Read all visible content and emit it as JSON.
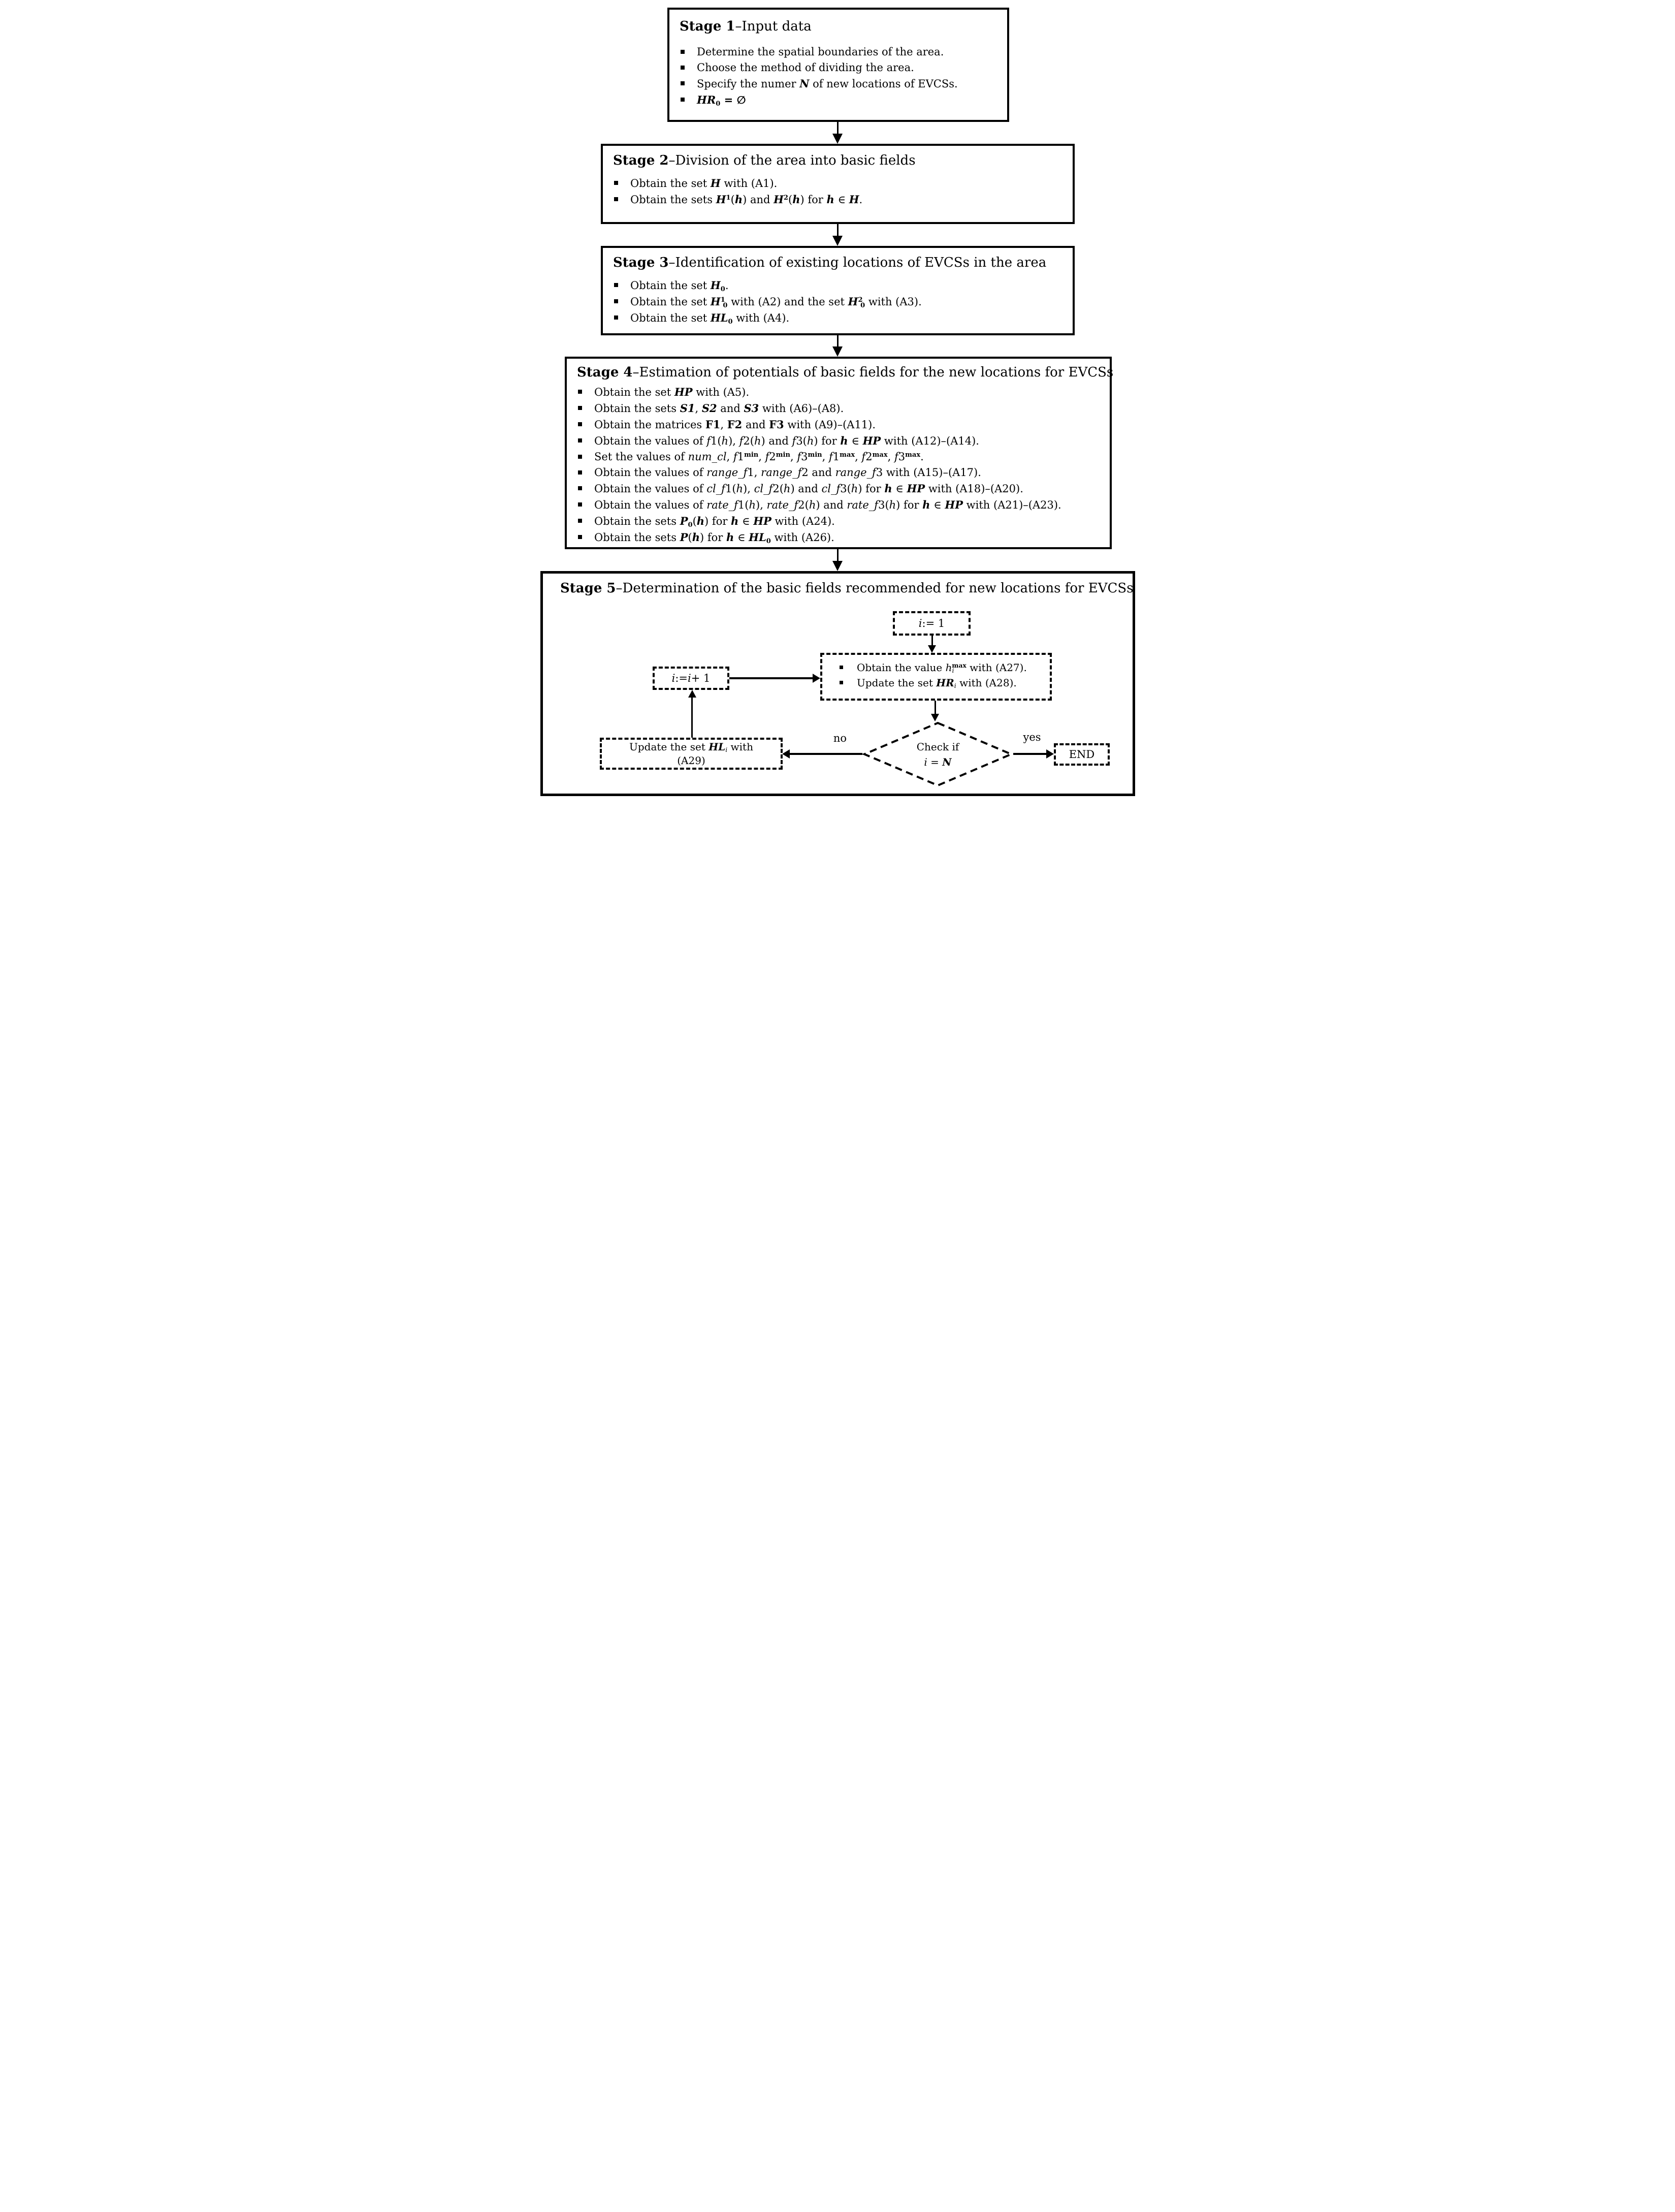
{
  "colors": {
    "line": "#000000",
    "background": "#ffffff"
  },
  "stages": [
    {
      "title": [
        {
          "t": "Stage 1",
          "st": "b"
        },
        {
          "t": "–Input data"
        }
      ],
      "bullets": [
        [
          {
            "t": "Determine the spatial boundaries of the area."
          }
        ],
        [
          {
            "t": "Choose the method of dividing the area."
          }
        ],
        [
          {
            "t": "Specify the numer "
          },
          {
            "t": "N",
            "st": "bi"
          },
          {
            "t": " of new locations of EVCSs."
          }
        ],
        [
          {
            "t": "HR",
            "st": "bi"
          },
          {
            "t": "0",
            "st": "b",
            "pos": "sub"
          },
          {
            "t": " = ∅",
            "st": "b"
          }
        ]
      ]
    },
    {
      "title": [
        {
          "t": "Stage 2",
          "st": "b"
        },
        {
          "t": "–Division of the area into basic fields"
        }
      ],
      "bullets": [
        [
          {
            "t": "Obtain the set "
          },
          {
            "t": "H",
            "st": "bi"
          },
          {
            "t": " with (A1)."
          }
        ],
        [
          {
            "t": "Obtain the sets "
          },
          {
            "t": "H",
            "st": "bi"
          },
          {
            "t": "1",
            "st": "b",
            "pos": "sup"
          },
          {
            "t": "("
          },
          {
            "t": "h",
            "st": "bi"
          },
          {
            "t": ") and "
          },
          {
            "t": "H",
            "st": "bi"
          },
          {
            "t": "2",
            "st": "b",
            "pos": "sup"
          },
          {
            "t": "("
          },
          {
            "t": "h",
            "st": "bi"
          },
          {
            "t": ") for "
          },
          {
            "t": "h",
            "st": "bi"
          },
          {
            "t": " ∈ "
          },
          {
            "t": "H",
            "st": "bi"
          },
          {
            "t": "."
          }
        ]
      ]
    },
    {
      "title": [
        {
          "t": "Stage 3",
          "st": "b"
        },
        {
          "t": "–Identification of existing locations of EVCSs in the area"
        }
      ],
      "bullets": [
        [
          {
            "t": "Obtain the set "
          },
          {
            "t": "H",
            "st": "bi"
          },
          {
            "t": "0",
            "st": "b",
            "pos": "sub"
          },
          {
            "t": "."
          }
        ],
        [
          {
            "t": "Obtain the set "
          },
          {
            "t": "H",
            "st": "bi"
          },
          {
            "t": "1",
            "st": "b",
            "pos": "sup"
          },
          {
            "t": "0",
            "st": "b",
            "pos": "sub",
            "stack": true
          },
          {
            "t": " with (A2) and the set "
          },
          {
            "t": "H",
            "st": "bi"
          },
          {
            "t": "2",
            "st": "b",
            "pos": "sup"
          },
          {
            "t": "0",
            "st": "b",
            "pos": "sub",
            "stack": true
          },
          {
            "t": " with (A3)."
          }
        ],
        [
          {
            "t": "Obtain the set "
          },
          {
            "t": "HL",
            "st": "bi"
          },
          {
            "t": "0",
            "st": "b",
            "pos": "sub"
          },
          {
            "t": " with (A4)."
          }
        ]
      ]
    },
    {
      "title": [
        {
          "t": "Stage 4",
          "st": "b"
        },
        {
          "t": "–Estimation of potentials of basic fields for the new locations for EVCSs"
        }
      ],
      "bullets": [
        [
          {
            "t": "Obtain the set "
          },
          {
            "t": "HP",
            "st": "bi"
          },
          {
            "t": " with (A5)."
          }
        ],
        [
          {
            "t": "Obtain the sets "
          },
          {
            "t": "S1",
            "st": "bi"
          },
          {
            "t": ", "
          },
          {
            "t": "S2",
            "st": "bi"
          },
          {
            "t": " and "
          },
          {
            "t": "S3",
            "st": "bi"
          },
          {
            "t": " with (A6)–(A8)."
          }
        ],
        [
          {
            "t": "Obtain the matrices "
          },
          {
            "t": "F1",
            "st": "b"
          },
          {
            "t": ", "
          },
          {
            "t": "F2",
            "st": "b"
          },
          {
            "t": " and "
          },
          {
            "t": "F3",
            "st": "b"
          },
          {
            "t": " with (A9)–(A11)."
          }
        ],
        [
          {
            "t": "Obtain the values of "
          },
          {
            "t": "f",
            "st": "i"
          },
          {
            "t": "1("
          },
          {
            "t": "h",
            "st": "i"
          },
          {
            "t": "), "
          },
          {
            "t": "f",
            "st": "i"
          },
          {
            "t": "2("
          },
          {
            "t": "h",
            "st": "i"
          },
          {
            "t": ") and "
          },
          {
            "t": "f",
            "st": "i"
          },
          {
            "t": "3("
          },
          {
            "t": "h",
            "st": "i"
          },
          {
            "t": ") for "
          },
          {
            "t": "h",
            "st": "bi"
          },
          {
            "t": " ∈ "
          },
          {
            "t": "HP",
            "st": "bi"
          },
          {
            "t": " with (A12)–(A14)."
          }
        ],
        [
          {
            "t": "Set the values of "
          },
          {
            "t": "num_cl",
            "st": "i"
          },
          {
            "t": ", "
          },
          {
            "t": "f",
            "st": "i"
          },
          {
            "t": "1"
          },
          {
            "t": "min",
            "st": "b",
            "pos": "sup"
          },
          {
            "t": ", "
          },
          {
            "t": "f",
            "st": "i"
          },
          {
            "t": "2"
          },
          {
            "t": "min",
            "st": "b",
            "pos": "sup"
          },
          {
            "t": ", "
          },
          {
            "t": "f",
            "st": "i"
          },
          {
            "t": "3"
          },
          {
            "t": "min",
            "st": "b",
            "pos": "sup"
          },
          {
            "t": ", "
          },
          {
            "t": "f",
            "st": "i"
          },
          {
            "t": "1"
          },
          {
            "t": "max",
            "st": "b",
            "pos": "sup"
          },
          {
            "t": ", "
          },
          {
            "t": "f",
            "st": "i"
          },
          {
            "t": "2"
          },
          {
            "t": "max",
            "st": "b",
            "pos": "sup"
          },
          {
            "t": ", "
          },
          {
            "t": "f",
            "st": "i"
          },
          {
            "t": "3"
          },
          {
            "t": "max",
            "st": "b",
            "pos": "sup"
          },
          {
            "t": "."
          }
        ],
        [
          {
            "t": "Obtain the values of "
          },
          {
            "t": "range_f",
            "st": "i"
          },
          {
            "t": "1, "
          },
          {
            "t": "range_f",
            "st": "i"
          },
          {
            "t": "2 and "
          },
          {
            "t": "range_f",
            "st": "i"
          },
          {
            "t": "3 with (A15)–(A17)."
          }
        ],
        [
          {
            "t": "Obtain the values of "
          },
          {
            "t": "cl_f",
            "st": "i"
          },
          {
            "t": "1("
          },
          {
            "t": "h",
            "st": "i"
          },
          {
            "t": "), "
          },
          {
            "t": "cl_f",
            "st": "i"
          },
          {
            "t": "2("
          },
          {
            "t": "h",
            "st": "i"
          },
          {
            "t": ") and "
          },
          {
            "t": "cl_f",
            "st": "i"
          },
          {
            "t": "3("
          },
          {
            "t": "h",
            "st": "i"
          },
          {
            "t": ") for "
          },
          {
            "t": "h",
            "st": "bi"
          },
          {
            "t": " ∈ "
          },
          {
            "t": "HP",
            "st": "bi"
          },
          {
            "t": " with (A18)–(A20)."
          }
        ],
        [
          {
            "t": "Obtain the values of "
          },
          {
            "t": "rate_f",
            "st": "i"
          },
          {
            "t": "1("
          },
          {
            "t": "h",
            "st": "i"
          },
          {
            "t": "), "
          },
          {
            "t": "rate_f",
            "st": "i"
          },
          {
            "t": "2("
          },
          {
            "t": "h",
            "st": "i"
          },
          {
            "t": ") and "
          },
          {
            "t": "rate_f",
            "st": "i"
          },
          {
            "t": "3("
          },
          {
            "t": "h",
            "st": "i"
          },
          {
            "t": ") for "
          },
          {
            "t": "h",
            "st": "bi"
          },
          {
            "t": " ∈ "
          },
          {
            "t": "HP",
            "st": "bi"
          },
          {
            "t": " with (A21)–(A23)."
          }
        ],
        [
          {
            "t": "Obtain the sets "
          },
          {
            "t": "P",
            "st": "bi"
          },
          {
            "t": "0",
            "st": "b",
            "pos": "sub"
          },
          {
            "t": "("
          },
          {
            "t": "h",
            "st": "bi"
          },
          {
            "t": ") for "
          },
          {
            "t": "h",
            "st": "bi"
          },
          {
            "t": " ∈ "
          },
          {
            "t": "HP",
            "st": "bi"
          },
          {
            "t": " with (A24)."
          }
        ],
        [
          {
            "t": "Obtain the sets "
          },
          {
            "t": "P",
            "st": "bi"
          },
          {
            "t": "("
          },
          {
            "t": "h",
            "st": "bi"
          },
          {
            "t": ") for "
          },
          {
            "t": "h",
            "st": "bi"
          },
          {
            "t": " ∈ "
          },
          {
            "t": "HL",
            "st": "bi"
          },
          {
            "t": "0",
            "st": "b",
            "pos": "sub"
          },
          {
            "t": " with (A26)."
          }
        ]
      ]
    },
    {
      "title": [
        {
          "t": "Stage 5",
          "st": "b"
        },
        {
          "t": "–Determination of the basic fields recommended for new locations for EVCSs"
        }
      ],
      "flow": {
        "init": [
          {
            "t": "i",
            "st": "i"
          },
          {
            "t": " := 1"
          }
        ],
        "increment": [
          {
            "t": "i",
            "st": "i"
          },
          {
            "t": " := "
          },
          {
            "t": "i",
            "st": "i"
          },
          {
            "t": " + 1"
          }
        ],
        "process": [
          [
            {
              "t": "Obtain the value "
            },
            {
              "t": "h",
              "st": "i"
            },
            {
              "t": "i",
              "st": "i",
              "pos": "sub"
            },
            {
              "t": "max",
              "st": "b",
              "pos": "sup",
              "stack": true
            },
            {
              "t": " with (A27)."
            }
          ],
          [
            {
              "t": "Update the set "
            },
            {
              "t": "HR",
              "st": "bi"
            },
            {
              "t": "i",
              "st": "i",
              "pos": "sub"
            },
            {
              "t": " with (A28)."
            }
          ]
        ],
        "decision": [
          [
            {
              "t": "Check if"
            }
          ],
          [
            {
              "t": "i",
              "st": "i"
            },
            {
              "t": " = "
            },
            {
              "t": "N",
              "st": "bi"
            }
          ]
        ],
        "no_label": "no",
        "yes_label": "yes",
        "update": [
          [
            {
              "t": "Update the set "
            },
            {
              "t": "HL",
              "st": "bi"
            },
            {
              "t": "i",
              "st": "i",
              "pos": "sub"
            },
            {
              "t": " with"
            }
          ],
          [
            {
              "t": "(A29)"
            }
          ]
        ],
        "end_label": "END"
      }
    }
  ]
}
